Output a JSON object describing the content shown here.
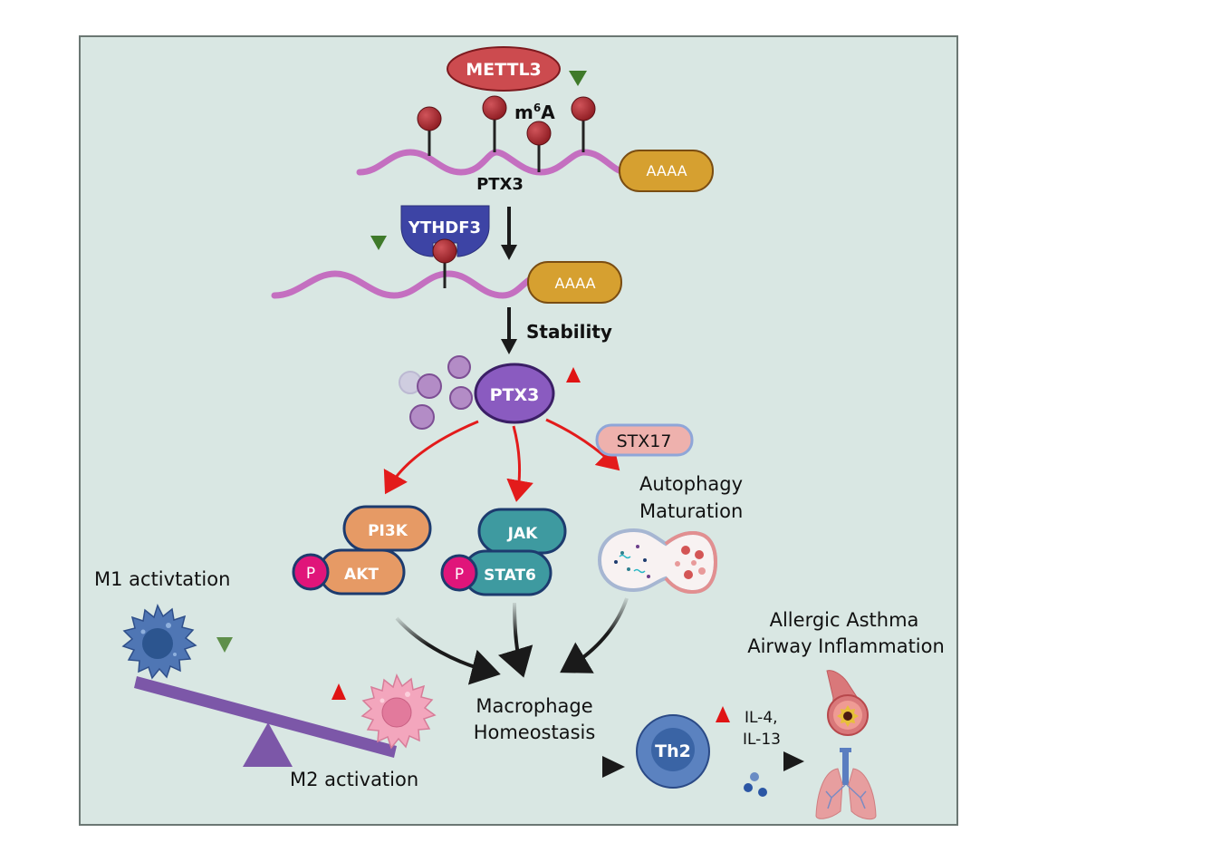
{
  "colors": {
    "panel_bg": "#d9e7e3",
    "panel_border": "#6b7773",
    "mrna": "#c46fc0",
    "polyA": "#d6a030",
    "m6a_pin": "#a8262e",
    "mettl3": "#cc4b4f",
    "ythdf3": "#3d44a5",
    "ptx3": "#8a5bc0",
    "stx17": "#eeb1ad",
    "pi3k_akt": "#e69a65",
    "jak_stat": "#3e9aa0",
    "phospho": "#e0157a",
    "down_arrow": "#3f7a2a",
    "up_arrow": "#e01414",
    "red_arrow": "#e31b1b",
    "seesaw": "#7c57a8",
    "m1_cell": "#4f76b4",
    "m2_cell": "#f3a6bd",
    "th2": "#4f76b4"
  },
  "top": {
    "mettl3": "METTL3",
    "m6a_base": "m",
    "m6a_sup": "6",
    "m6a_tail": "A",
    "ptx3_mrna": "PTX3",
    "polyA_1": "AAAA",
    "ythdf3": "YTHDF3",
    "polyA_2": "AAAA",
    "stability": "Stability"
  },
  "middle": {
    "ptx3_protein": "PTX3",
    "stx17": "STX17",
    "autophagy_line1": "Autophagy",
    "autophagy_line2": "Maturation",
    "pi3k": "PI3K",
    "akt": "AKT",
    "jak": "JAK",
    "stat6": "STAT6",
    "phospho_1": "P",
    "phospho_2": "P"
  },
  "bottom": {
    "m1": "M1 activtation",
    "m2": "M2 activation",
    "homeostasis_line1": "Macrophage",
    "homeostasis_line2": "Homeostasis",
    "th2": "Th2",
    "il4": "IL-4,",
    "il13": "IL-13",
    "asthma_line1": "Allergic Asthma",
    "asthma_line2": "Airway Inflammation"
  }
}
